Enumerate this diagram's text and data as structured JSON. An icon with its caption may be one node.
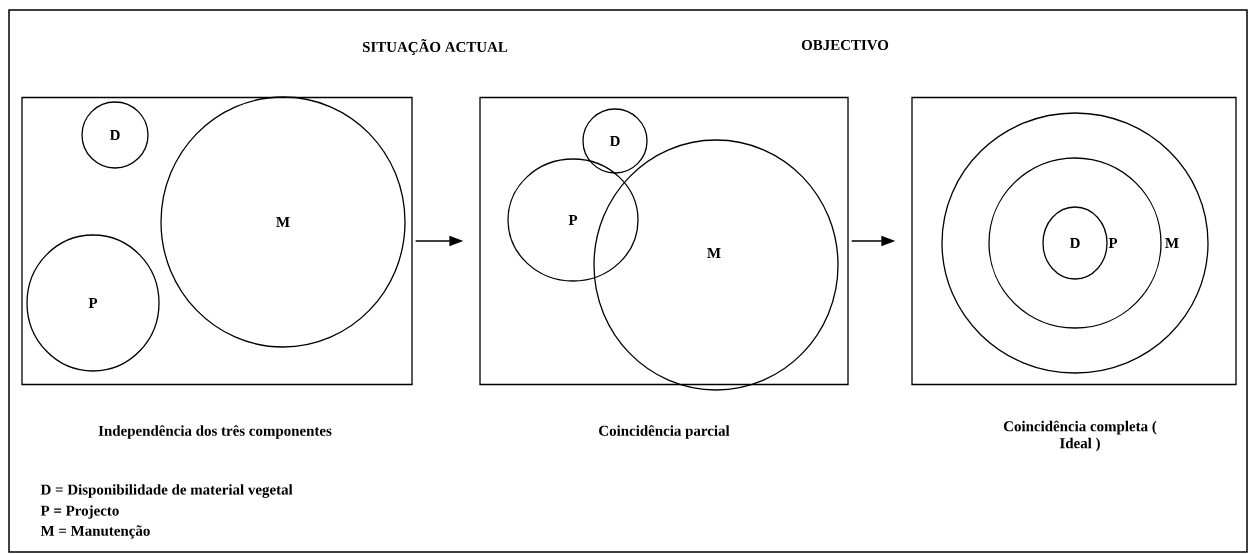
{
  "diagram": {
    "nodes": [
      {
        "text": [],
        "shape": "box",
        "beside": [
          "Independência dos três componentes"
        ]
      },
      {
        "text": [
          "D"
        ],
        "in": 0
      },
      {
        "text": [
          "M"
        ],
        "in": 0
      },
      {
        "text": [
          "P"
        ],
        "in": 0
      },
      {
        "text": [],
        "shape": "box",
        "beside": [
          "Coincidência parcial"
        ]
      },
      {
        "text": [
          "D"
        ],
        "in": 4
      },
      {
        "text": [
          "P"
        ],
        "in": 4
      },
      {
        "text": [
          "M"
        ],
        "in": 4
      },
      {
        "text": [],
        "shape": "box",
        "beside": [
          "Coincidência completa ( Ideal )"
        ]
      },
      {
        "text": [
          "M"
        ],
        "in": 8
      },
      {
        "text": [
          "P"
        ],
        "in": 9
      },
      {
        "text": [
          "D"
        ],
        "in": 10
      }
    ],
    "edges": [
      {
        "from": 0,
        "to": 4,
        "arrow": "to"
      },
      {
        "from": 4,
        "to": 8,
        "arrow": "to"
      }
    ],
    "labels": [
      "SITUAÇÃO ACTUAL",
      "OBJECTIVO",
      "D =  Disponibilidade de material vegetal",
      "P =  Projecto",
      "M = Manutenção"
    ]
  }
}
